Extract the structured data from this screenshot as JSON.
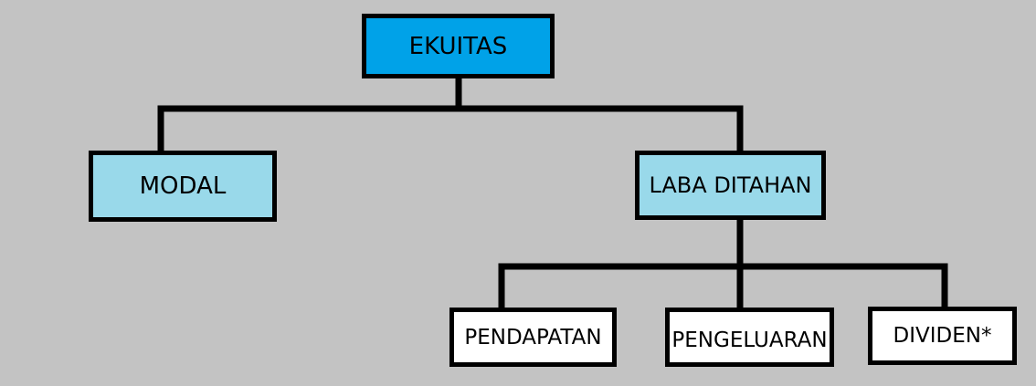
{
  "diagram": {
    "root": {
      "label": "EKUITAS",
      "color": "#00a2e8"
    },
    "level1": [
      {
        "label": "MODAL",
        "color": "#99d9ea"
      },
      {
        "label": "LABA DITAHAN",
        "color": "#99d9ea"
      }
    ],
    "level2": [
      {
        "label": "PENDAPATAN",
        "color": "#ffffff"
      },
      {
        "label": "PENGELUARAN",
        "color": "#ffffff"
      },
      {
        "label": "DIVIDEN*",
        "color": "#ffffff"
      }
    ],
    "edges": [
      {
        "from": "EKUITAS",
        "to": "MODAL"
      },
      {
        "from": "EKUITAS",
        "to": "LABA DITAHAN"
      },
      {
        "from": "LABA DITAHAN",
        "to": "PENDAPATAN"
      },
      {
        "from": "LABA DITAHAN",
        "to": "PENGELUARAN"
      },
      {
        "from": "LABA DITAHAN",
        "to": "DIVIDEN*"
      }
    ],
    "line_color": "#000000",
    "background_color": "#c3c3c3"
  }
}
